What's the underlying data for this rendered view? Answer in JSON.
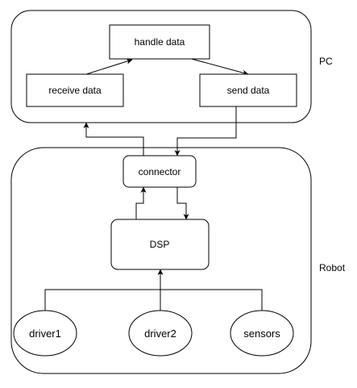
{
  "diagram": {
    "containers": {
      "pc": {
        "label": "PC"
      },
      "robot": {
        "label": "Robot"
      }
    },
    "nodes": {
      "handle_data": {
        "label": "handle data",
        "shape": "rectangle"
      },
      "receive_data": {
        "label": "receive data",
        "shape": "rectangle"
      },
      "send_data": {
        "label": "send data",
        "shape": "rectangle"
      },
      "connector": {
        "label": "connector",
        "shape": "rounded-rectangle"
      },
      "dsp": {
        "label": "DSP",
        "shape": "rounded-rectangle"
      },
      "driver1": {
        "label": "driver1",
        "shape": "ellipse"
      },
      "driver2": {
        "label": "driver2",
        "shape": "ellipse"
      },
      "sensors": {
        "label": "sensors",
        "shape": "ellipse"
      }
    },
    "edges": [
      {
        "from": "receive_data",
        "to": "handle_data"
      },
      {
        "from": "handle_data",
        "to": "send_data"
      },
      {
        "from": "send_data",
        "to": "connector"
      },
      {
        "from": "connector",
        "to": "receive_data"
      },
      {
        "from": "connector",
        "to": "dsp"
      },
      {
        "from": "dsp",
        "to": "connector"
      },
      {
        "from": "driver1",
        "to": "dsp"
      },
      {
        "from": "driver2",
        "to": "dsp"
      },
      {
        "from": "sensors",
        "to": "dsp"
      }
    ],
    "colors": {
      "stroke": "#000000",
      "fill": "#ffffff",
      "background": "#ffffff"
    }
  }
}
